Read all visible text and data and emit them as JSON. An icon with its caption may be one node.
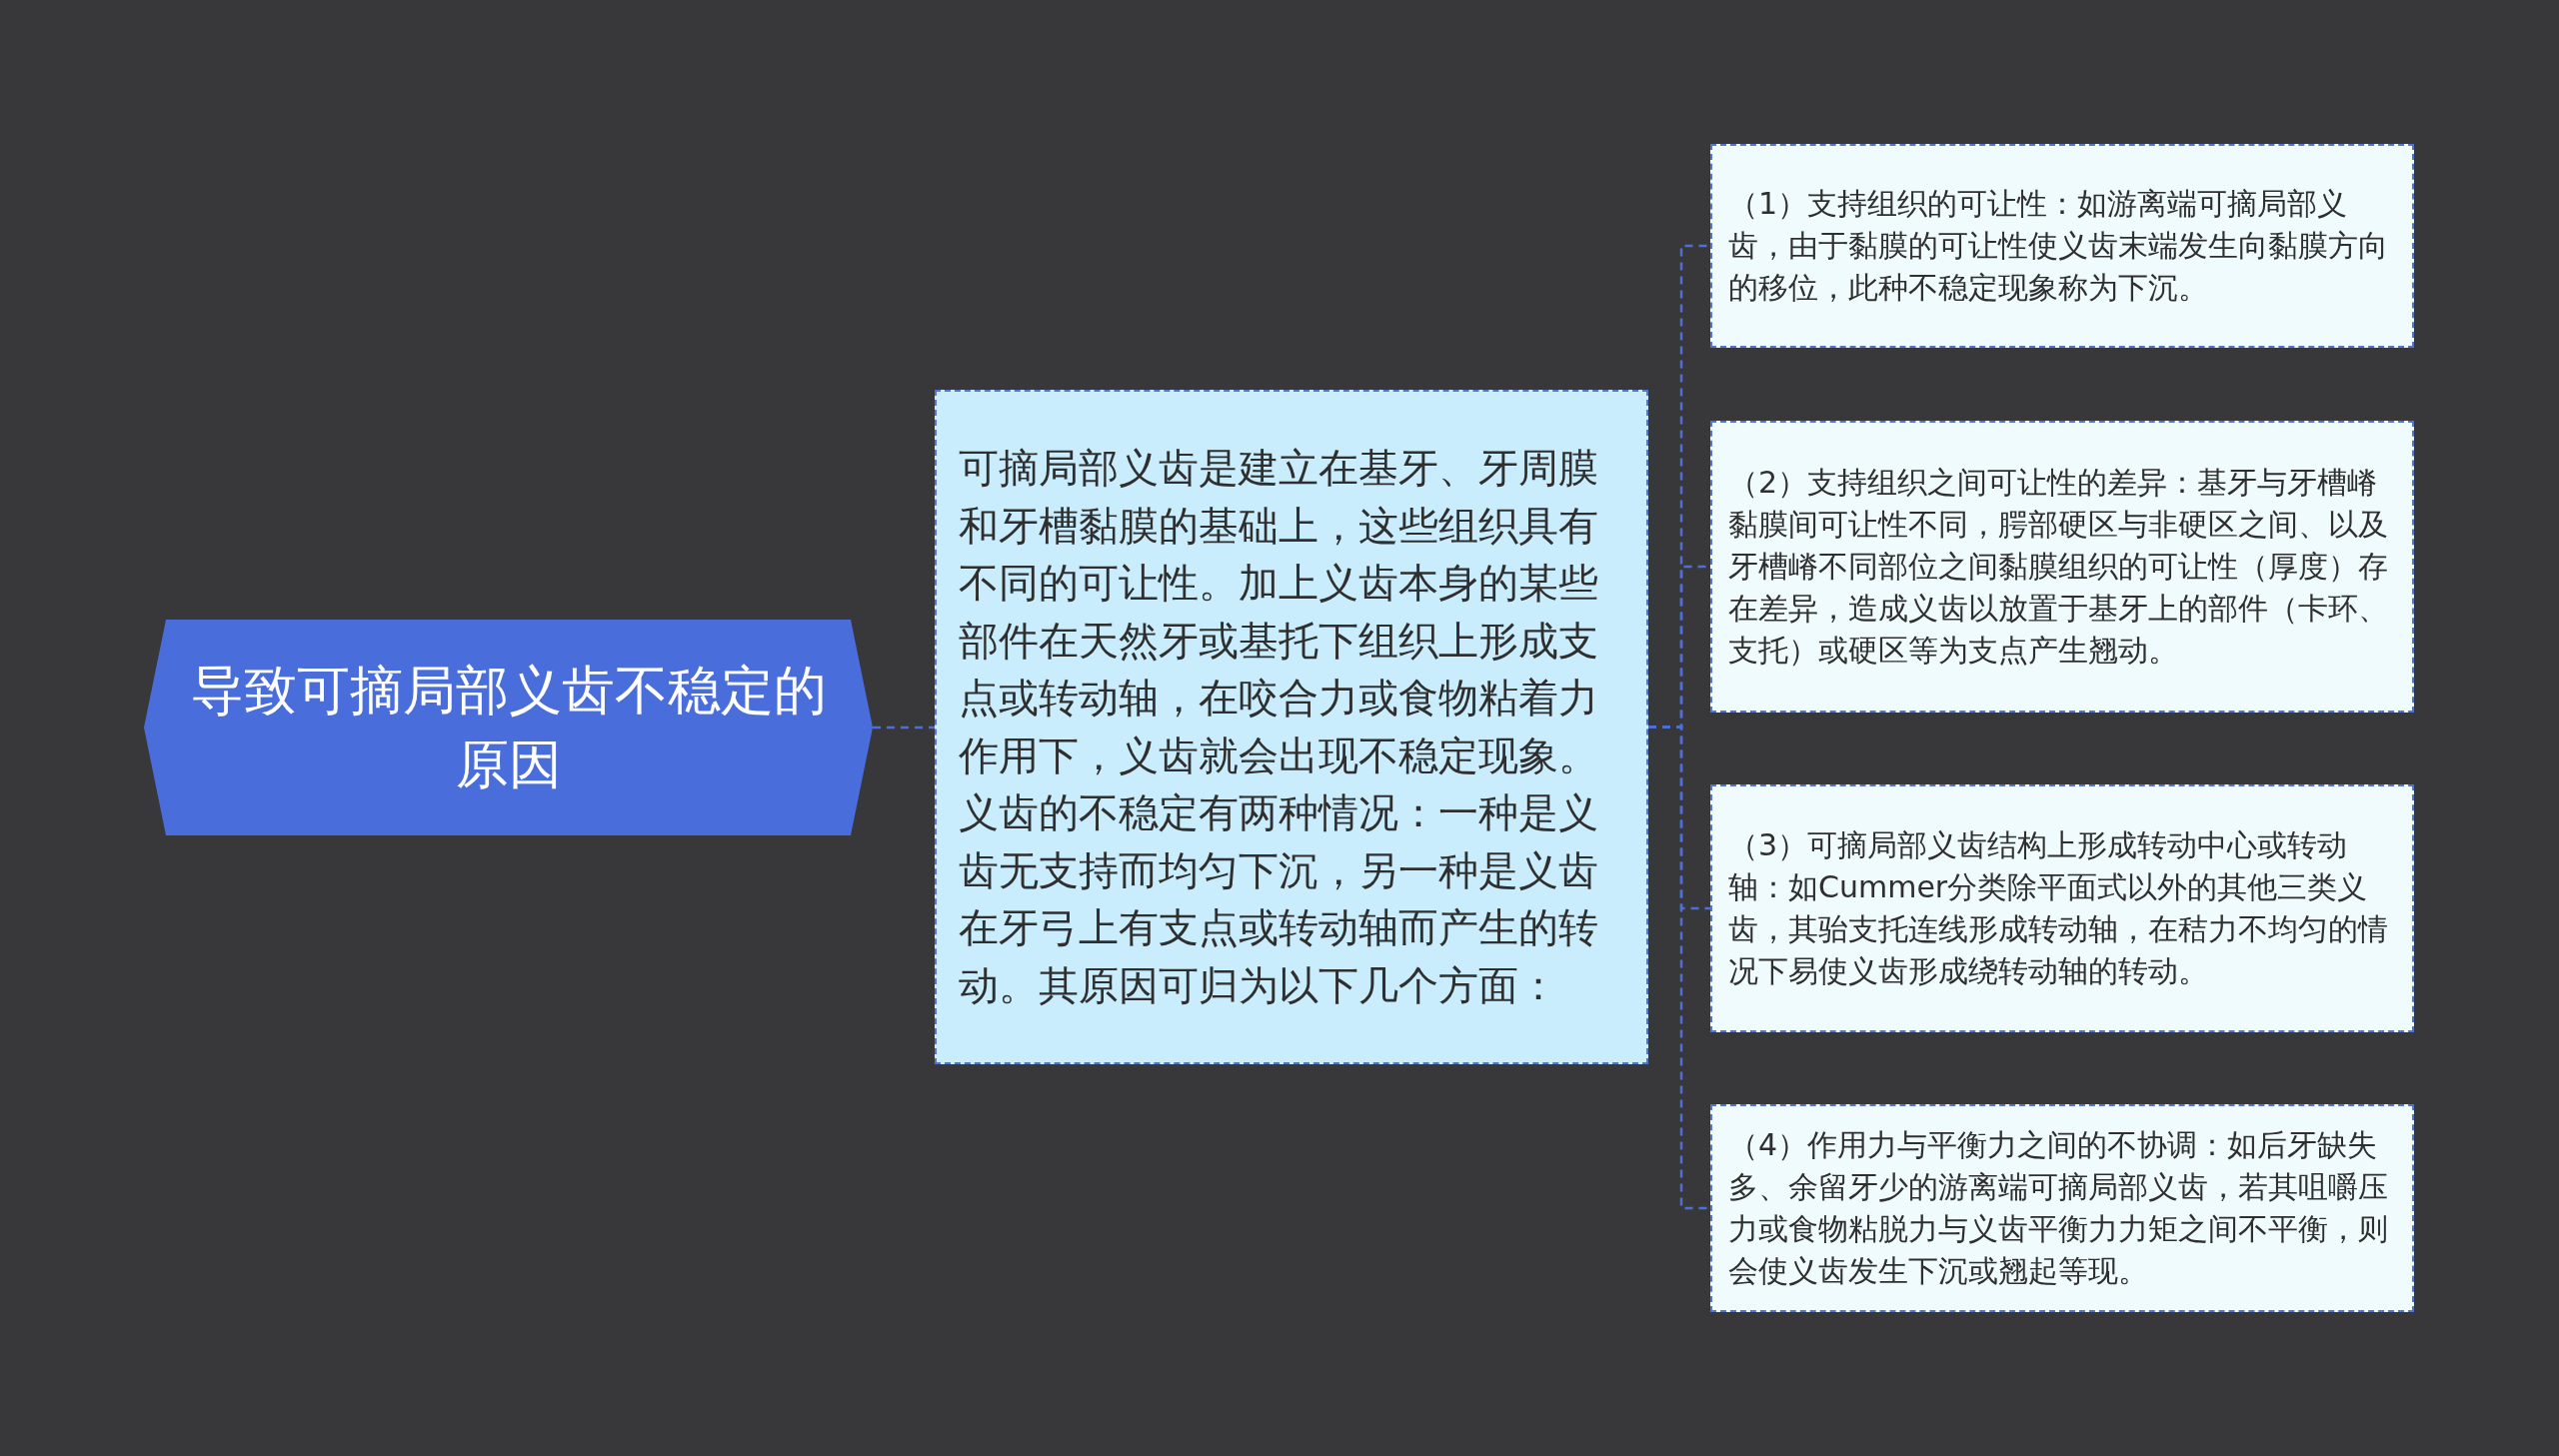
{
  "diagram": {
    "nodes": [
      {
        "text": [
          "导致可摘局部义齿不稳定的原因"
        ]
      },
      {
        "text": [
          "可摘局部义齿是建立在基牙、牙周膜和牙槽黏膜的基础上，这些组织具有不同的可让性。加上义齿本身的某些部件在天然牙或基托下组织上形成支点或转动轴，在咬合力或食物粘着力作用下，义齿就会出现不稳定现象。义齿的不稳定有两种情况：一种是义齿无支持而均匀下沉，另一种是义齿在牙弓上有支点或转动轴而产生的转动。其原因可归为以下几个方面："
        ]
      },
      {
        "text": [
          "（1）支持组织的可让性：如游离端可摘局部义齿，由于黏膜的可让性使义齿末端发生向黏膜方向的移位，此种不稳定现象称为下沉。"
        ]
      },
      {
        "text": [
          "（2）支持组织之间可让性的差异：基牙与牙槽嵴黏膜间可让性不同，腭部硬区与非硬区之间、以及牙槽嵴不同部位之间黏膜组织的可让性（厚度）存在差异，造成义齿以放置于基牙上的部件（卡环、支托）或硬区等为支点产生翘动。"
        ]
      },
      {
        "text": [
          "（3）可摘局部义齿结构上形成转动中心或转动轴：如Cummer分类除平面式以外的其他三类义齿，其骀支托连线形成转动轴，在秸力不均匀的情况下易使义齿形成绕转动轴的转动。"
        ]
      },
      {
        "text": [
          "（4）作用力与平衡力之间的不协调：如后牙缺失多、余留牙少的游离端可摘局部义齿，若其咀嚼压力或食物粘脱力与义齿平衡力力矩之间不平衡，则会使义齿发生下沉或翘起等现。"
        ]
      }
    ],
    "edges": [
      {
        "from": 0,
        "to": 1,
        "arrow": "none",
        "style": "dashed"
      },
      {
        "from": 1,
        "to": 2,
        "arrow": "none",
        "style": "dashed"
      },
      {
        "from": 1,
        "to": 3,
        "arrow": "none",
        "style": "dashed"
      },
      {
        "from": 1,
        "to": 4,
        "arrow": "none",
        "style": "dashed"
      },
      {
        "from": 1,
        "to": 5,
        "arrow": "none",
        "style": "dashed"
      }
    ]
  }
}
